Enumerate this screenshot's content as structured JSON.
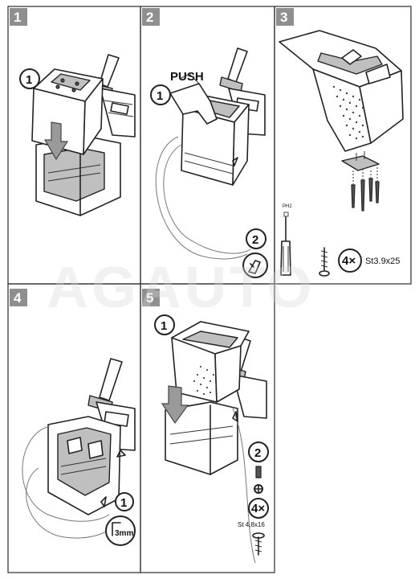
{
  "steps": [
    {
      "number": "1",
      "callouts": [
        "1"
      ]
    },
    {
      "number": "2",
      "callouts": [
        "1",
        "2"
      ],
      "push_label": "PUSH"
    },
    {
      "number": "3",
      "callouts": [],
      "screwdriver_label": "PH2",
      "screw_count": "4×",
      "screw_spec": "St3.9x25"
    },
    {
      "number": "4",
      "callouts": [
        "1"
      ],
      "allen_key_label": "3mm"
    },
    {
      "number": "5",
      "callouts": [
        "1",
        "2"
      ],
      "screw_count": "4×",
      "screw_spec": "St 4,8x16"
    }
  ],
  "watermark": "AGAUTO",
  "icons": [
    "armrest-icon",
    "screwdriver-icon",
    "screw-icon",
    "allen-key-icon",
    "push-hand-icon",
    "arrow-down-icon"
  ]
}
